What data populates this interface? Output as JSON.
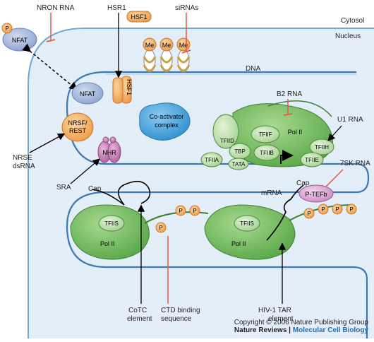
{
  "regions": {
    "cytosol": "Cytosol",
    "nucleus": "Nucleus"
  },
  "rnas": {
    "nron": "NRON RNA",
    "hsr1": "HSR1",
    "sirnas": "siRNAs",
    "b2": "B2 RNA",
    "u1": "U1 RNA",
    "sk7": "7SK RNA",
    "nrse_line1": "NRSE",
    "nrse_line2": "dsRNA",
    "sra": "SRA"
  },
  "proteins": {
    "p": "P",
    "nfat": "NFAT",
    "hsf1": "HSF1",
    "me": "Me",
    "nrsf_line1": "NRSF/",
    "nrsf_line2": "REST",
    "nhr": "NHR",
    "coactivator_line1": "Co-activator",
    "coactivator_line2": "complex",
    "tfiid": "TFIID",
    "tfiif": "TFIIF",
    "pol2": "Pol II",
    "tbp": "TBP",
    "tfiib": "TFIIB",
    "tfiih": "TFIIH",
    "tfiia": "TFIIA",
    "tata": "TATA",
    "tfiie": "TFIIE",
    "tfiis": "TFIIS",
    "ptefb": "P-TEFb"
  },
  "labels": {
    "dna": "DNA",
    "cap": "Cap",
    "mrna": "mRNA",
    "cotc_line1": "CoTC",
    "cotc_line2": "element",
    "ctd_line1": "CTD binding",
    "ctd_line2": "sequence",
    "hiv_line1": "HIV-1 TAR",
    "hiv_line2": "element"
  },
  "footer": {
    "copyright": "Copyright © 2006 Nature Publishing Group",
    "journal": "Nature Reviews",
    "separator": " | ",
    "section": "Molecular Cell Biology"
  },
  "colors": {
    "nucleus_fill": "#e3eef8",
    "membrane": "#6fa8d6",
    "polymerase": "#6cbf5a",
    "polymerase_light": "#b9e0a9",
    "nfat": "#a7b8dc",
    "hsf1": "#f4b063",
    "phospho": "#f4a553",
    "coactivator": "#4aa3d8",
    "nhr": "#c47bb3",
    "ptefb": "#d9a7d6",
    "inhibition": "#e35a44"
  }
}
